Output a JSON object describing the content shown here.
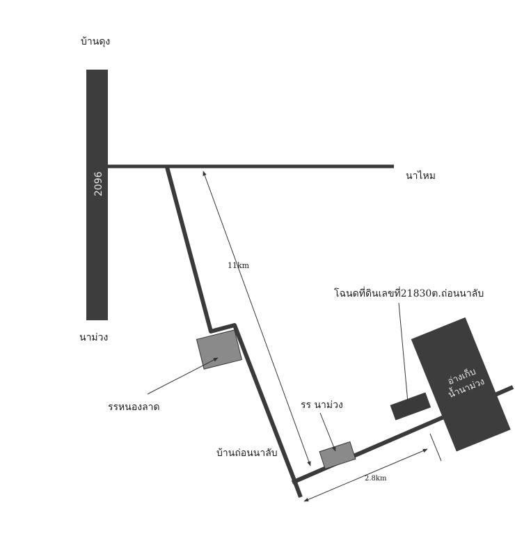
{
  "map": {
    "village_north": "บ้านดุง",
    "village_south": "นาม่วง",
    "village_east": "นาไหม",
    "road_number": "2096",
    "distance_main": "11km",
    "distance_short": "2.8km",
    "school_1": "รรหนองลาด",
    "school_2": "รร นาม่วง",
    "village_site": "บ้านถ่อนนาลับ",
    "deed_label": "โฉนดที่ดินเลขที่21830ต.ถ่อนนาลับ",
    "reservoir_line1": "อ่างเก็บ",
    "reservoir_line2": "น้ำนาม่วง",
    "colors": {
      "road": "#3a3a3a",
      "main_road_block": "#3d3d3d",
      "school_fill": "#8a8a8a",
      "reservoir_fill": "#3d3d3d",
      "plot_fill": "#3a3a3a"
    }
  }
}
